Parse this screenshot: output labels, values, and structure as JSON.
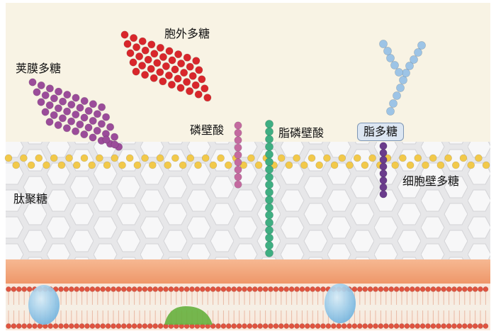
{
  "labels": {
    "capsular_polysaccharide": "荚膜多糖",
    "exopolysaccharide": "胞外多糖",
    "teichoic_acid": "磷壁酸",
    "lipoteichoic_acid": "脂磷壁酸",
    "lipopolysaccharide": "脂多糖",
    "cell_wall_polysaccharide": "细胞壁多糖",
    "peptidoglycan": "肽聚糖"
  },
  "colors": {
    "background": "#f8f3e4",
    "peptidoglycan_layer": "#e9e9ea",
    "hexagon_mesh": "#ffffff",
    "sugar_bead": "#f2c94a",
    "capsular_polysaccharide": "#9b4c9a",
    "exopolysaccharide": "#d9262b",
    "teichoic_acid": "#c46aa0",
    "lipoteichoic_acid": "#3fae82",
    "lipopolysaccharide_chain": "#6a3c8c",
    "lipopolysaccharide_branch": "#9dc4e6",
    "periplasm": "#f2a47c",
    "membrane_head": "#e0533f",
    "membrane_protein": "#8ec7ea",
    "membrane_protein_green": "#66b03d"
  }
}
